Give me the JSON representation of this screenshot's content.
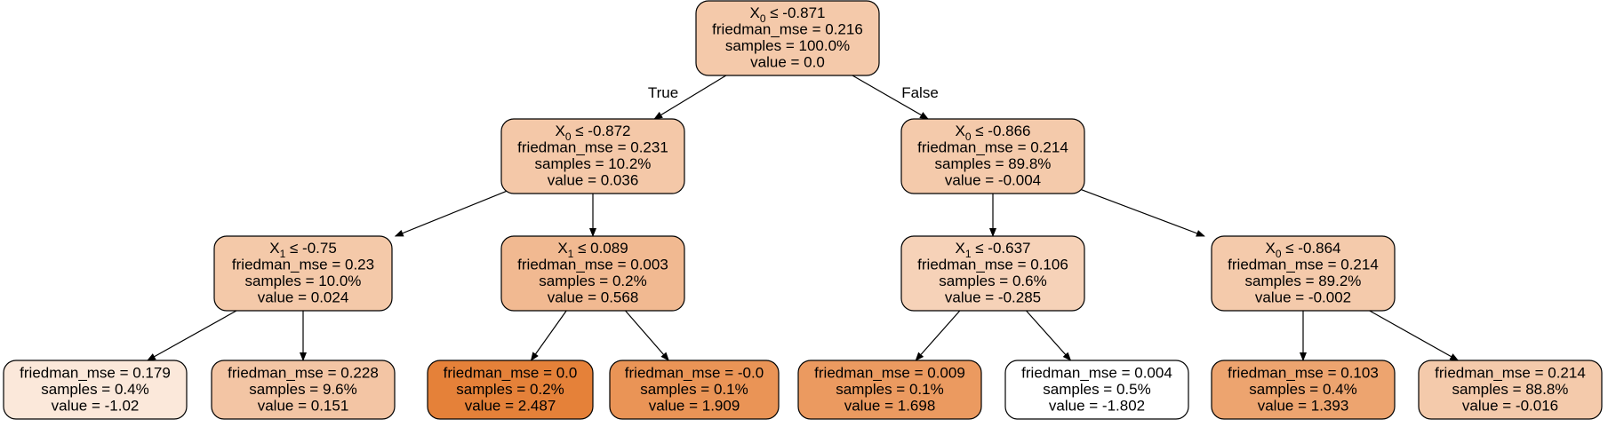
{
  "tree": {
    "nodes": [
      {
        "id": "n0",
        "feature": "X",
        "sub": "0",
        "threshold": "≤ -0.871",
        "mse": "friedman_mse = 0.216",
        "samples": "samples = 100.0%",
        "value": "value = 0.0",
        "fill": "#f4c9aa"
      },
      {
        "id": "n1",
        "feature": "X",
        "sub": "0",
        "threshold": "≤ -0.872",
        "mse": "friedman_mse = 0.231",
        "samples": "samples = 10.2%",
        "value": "value = 0.036",
        "fill": "#f4c8a8"
      },
      {
        "id": "n2",
        "feature": "X",
        "sub": "0",
        "threshold": "≤ -0.866",
        "mse": "friedman_mse = 0.214",
        "samples": "samples = 89.8%",
        "value": "value = -0.004",
        "fill": "#f4caab"
      },
      {
        "id": "n3",
        "feature": "X",
        "sub": "1",
        "threshold": "≤ -0.75",
        "mse": "friedman_mse = 0.23",
        "samples": "samples = 10.0%",
        "value": "value = 0.024",
        "fill": "#f4c9a9"
      },
      {
        "id": "n4",
        "feature": "X",
        "sub": "1",
        "threshold": "≤ 0.089",
        "mse": "friedman_mse = 0.003",
        "samples": "samples = 0.2%",
        "value": "value = 0.568",
        "fill": "#f1b991"
      },
      {
        "id": "n5",
        "feature": "X",
        "sub": "1",
        "threshold": "≤ -0.637",
        "mse": "friedman_mse = 0.106",
        "samples": "samples = 0.6%",
        "value": "value = -0.285",
        "fill": "#f6d2b8"
      },
      {
        "id": "n6",
        "feature": "X",
        "sub": "0",
        "threshold": "≤ -0.864",
        "mse": "friedman_mse = 0.214",
        "samples": "samples = 89.2%",
        "value": "value = -0.002",
        "fill": "#f4caab"
      },
      {
        "id": "n7",
        "feature": "",
        "sub": "",
        "threshold": "",
        "mse": "friedman_mse = 0.179",
        "samples": "samples = 0.4%",
        "value": "value = -1.02",
        "fill": "#fbe8da"
      },
      {
        "id": "n8",
        "feature": "",
        "sub": "",
        "threshold": "",
        "mse": "friedman_mse = 0.228",
        "samples": "samples = 9.6%",
        "value": "value = 0.151",
        "fill": "#f3c5a4"
      },
      {
        "id": "n9",
        "feature": "",
        "sub": "",
        "threshold": "",
        "mse": "friedman_mse = 0.0",
        "samples": "samples = 0.2%",
        "value": "value = 2.487",
        "fill": "#e58139"
      },
      {
        "id": "n10",
        "feature": "",
        "sub": "",
        "threshold": "",
        "mse": "friedman_mse = -0.0",
        "samples": "samples = 0.1%",
        "value": "value = 1.909",
        "fill": "#ea9456"
      },
      {
        "id": "n11",
        "feature": "",
        "sub": "",
        "threshold": "",
        "mse": "friedman_mse = 0.009",
        "samples": "samples = 0.1%",
        "value": "value = 1.698",
        "fill": "#eb9a60"
      },
      {
        "id": "n12",
        "feature": "",
        "sub": "",
        "threshold": "",
        "mse": "friedman_mse = 0.004",
        "samples": "samples = 0.5%",
        "value": "value = -1.802",
        "fill": "#ffffff"
      },
      {
        "id": "n13",
        "feature": "",
        "sub": "",
        "threshold": "",
        "mse": "friedman_mse = 0.103",
        "samples": "samples = 0.4%",
        "value": "value = 1.393",
        "fill": "#eda46f"
      },
      {
        "id": "n14",
        "feature": "",
        "sub": "",
        "threshold": "",
        "mse": "friedman_mse = 0.214",
        "samples": "samples = 88.8%",
        "value": "value = -0.016",
        "fill": "#f4caab"
      }
    ],
    "edges": [
      {
        "from": "n0",
        "to": "n1",
        "label": "True"
      },
      {
        "from": "n0",
        "to": "n2",
        "label": "False"
      },
      {
        "from": "n1",
        "to": "n3",
        "label": ""
      },
      {
        "from": "n1",
        "to": "n4",
        "label": ""
      },
      {
        "from": "n2",
        "to": "n5",
        "label": ""
      },
      {
        "from": "n2",
        "to": "n6",
        "label": ""
      },
      {
        "from": "n3",
        "to": "n7",
        "label": ""
      },
      {
        "from": "n3",
        "to": "n8",
        "label": ""
      },
      {
        "from": "n4",
        "to": "n9",
        "label": ""
      },
      {
        "from": "n4",
        "to": "n10",
        "label": ""
      },
      {
        "from": "n5",
        "to": "n11",
        "label": ""
      },
      {
        "from": "n5",
        "to": "n12",
        "label": ""
      },
      {
        "from": "n6",
        "to": "n13",
        "label": ""
      },
      {
        "from": "n6",
        "to": "n14",
        "label": ""
      }
    ]
  }
}
